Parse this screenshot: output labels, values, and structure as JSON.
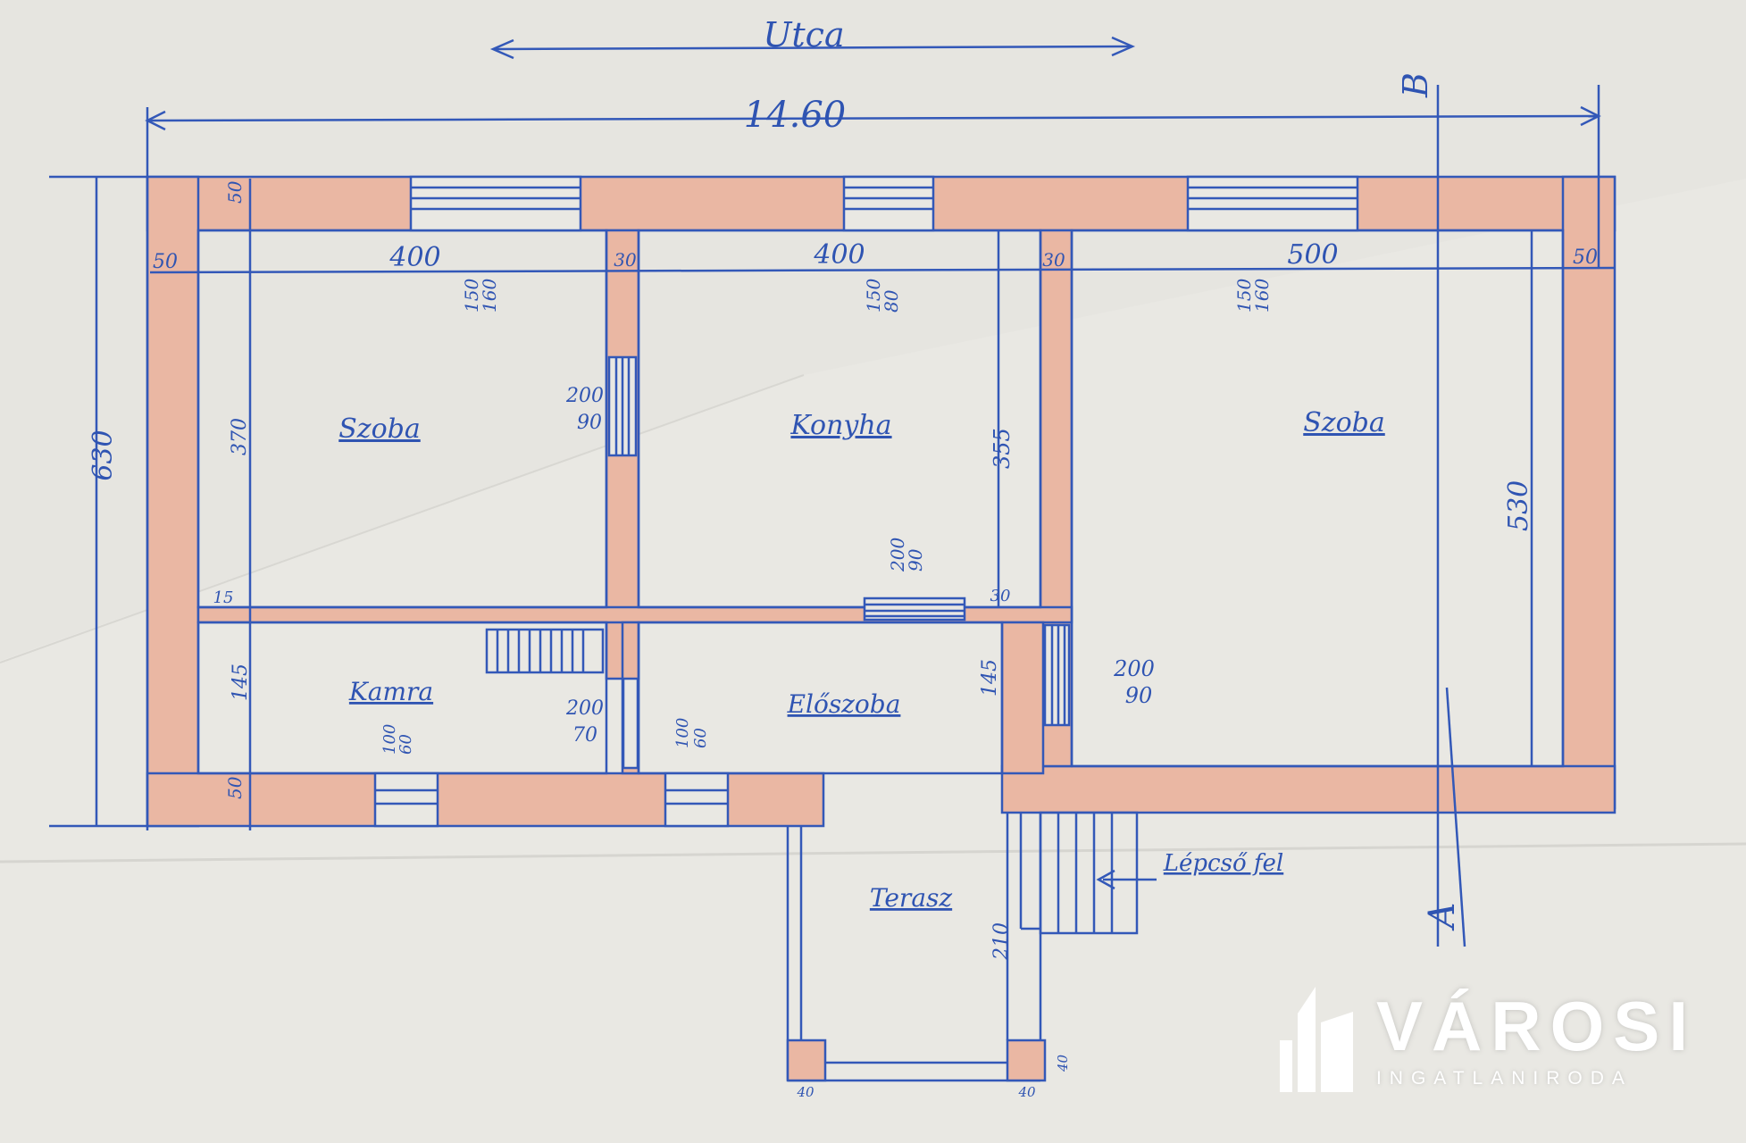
{
  "plan": {
    "street": "Utca",
    "total_width": "14.60",
    "total_depth": "630",
    "marker_b": "B",
    "marker_a": "A",
    "rooms": {
      "left_room": "Szoba",
      "kitchen": "Konyha",
      "right_room": "Szoba",
      "pantry": "Kamra",
      "anteroom": "Előszoba",
      "terrace": "Terasz",
      "stairs": "Lépcső fel"
    },
    "dims": {
      "wall_top_left": "50",
      "wall_left": "50",
      "wall_right": "50",
      "wall_bottom_left": "50",
      "room_w_left": "400",
      "room_w_mid": "400",
      "room_w_right": "500",
      "partition_1": "30",
      "partition_2": "30",
      "partition_3": "30",
      "win_1_top": "150",
      "win_1_bot": "160",
      "win_2_top": "150",
      "win_2_bot": "80",
      "win_3_top": "150",
      "win_3_bot": "160",
      "left_room_depth": "370",
      "kitchen_depth": "355",
      "right_room_depth": "530",
      "pantry_depth": "145",
      "anteroom_depth": "145",
      "partition_left": "15",
      "door_1_top": "200",
      "door_1_bot": "90",
      "door_2_top": "200",
      "door_2_bot": "90",
      "door_3_top": "200",
      "door_3_bot": "90",
      "door_4_top": "200",
      "door_4_bot": "70",
      "win_pantry_top": "100",
      "win_pantry_bot": "60",
      "win_ante_top": "100",
      "win_ante_bot": "60",
      "terrace_depth": "210",
      "pillar_left": "40",
      "pillar_right": "40",
      "pillar_side": "40"
    }
  },
  "watermark": {
    "name": "VÁROSI",
    "subtitle": "INGATLANIRODA"
  },
  "colors": {
    "paper": "#e9e8e3",
    "ink": "#3358b8",
    "wall_fill": "#eab7a3"
  }
}
